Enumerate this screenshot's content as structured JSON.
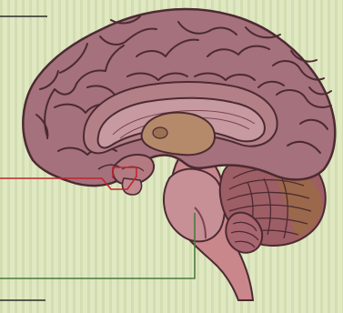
{
  "diagram": {
    "subject": "brain-midsagittal-section",
    "labels": [],
    "colors": {
      "background": "#dfe8c2",
      "stripe": "#cfdcaa",
      "brain_fill": "#a5717c",
      "brain_dark": "#6f3d48",
      "brain_outline": "#4c2a32",
      "corpus_callosum": "#c69aa0",
      "thalamus": "#b58a6a",
      "brainstem": "#c9878c",
      "cerebellum": "#9e5e66",
      "cerebellum_bronze": "#9a6a48",
      "pons": "#c79096",
      "pointer_black": "#2b2b2b",
      "pointer_red": "#c0262e",
      "pointer_green": "#4c7a3a"
    },
    "pointers": [
      {
        "id": "pointer-top",
        "color": "black"
      },
      {
        "id": "pointer-middle",
        "color": "red"
      },
      {
        "id": "pointer-lower",
        "color": "green"
      },
      {
        "id": "pointer-bottom",
        "color": "black"
      }
    ]
  }
}
